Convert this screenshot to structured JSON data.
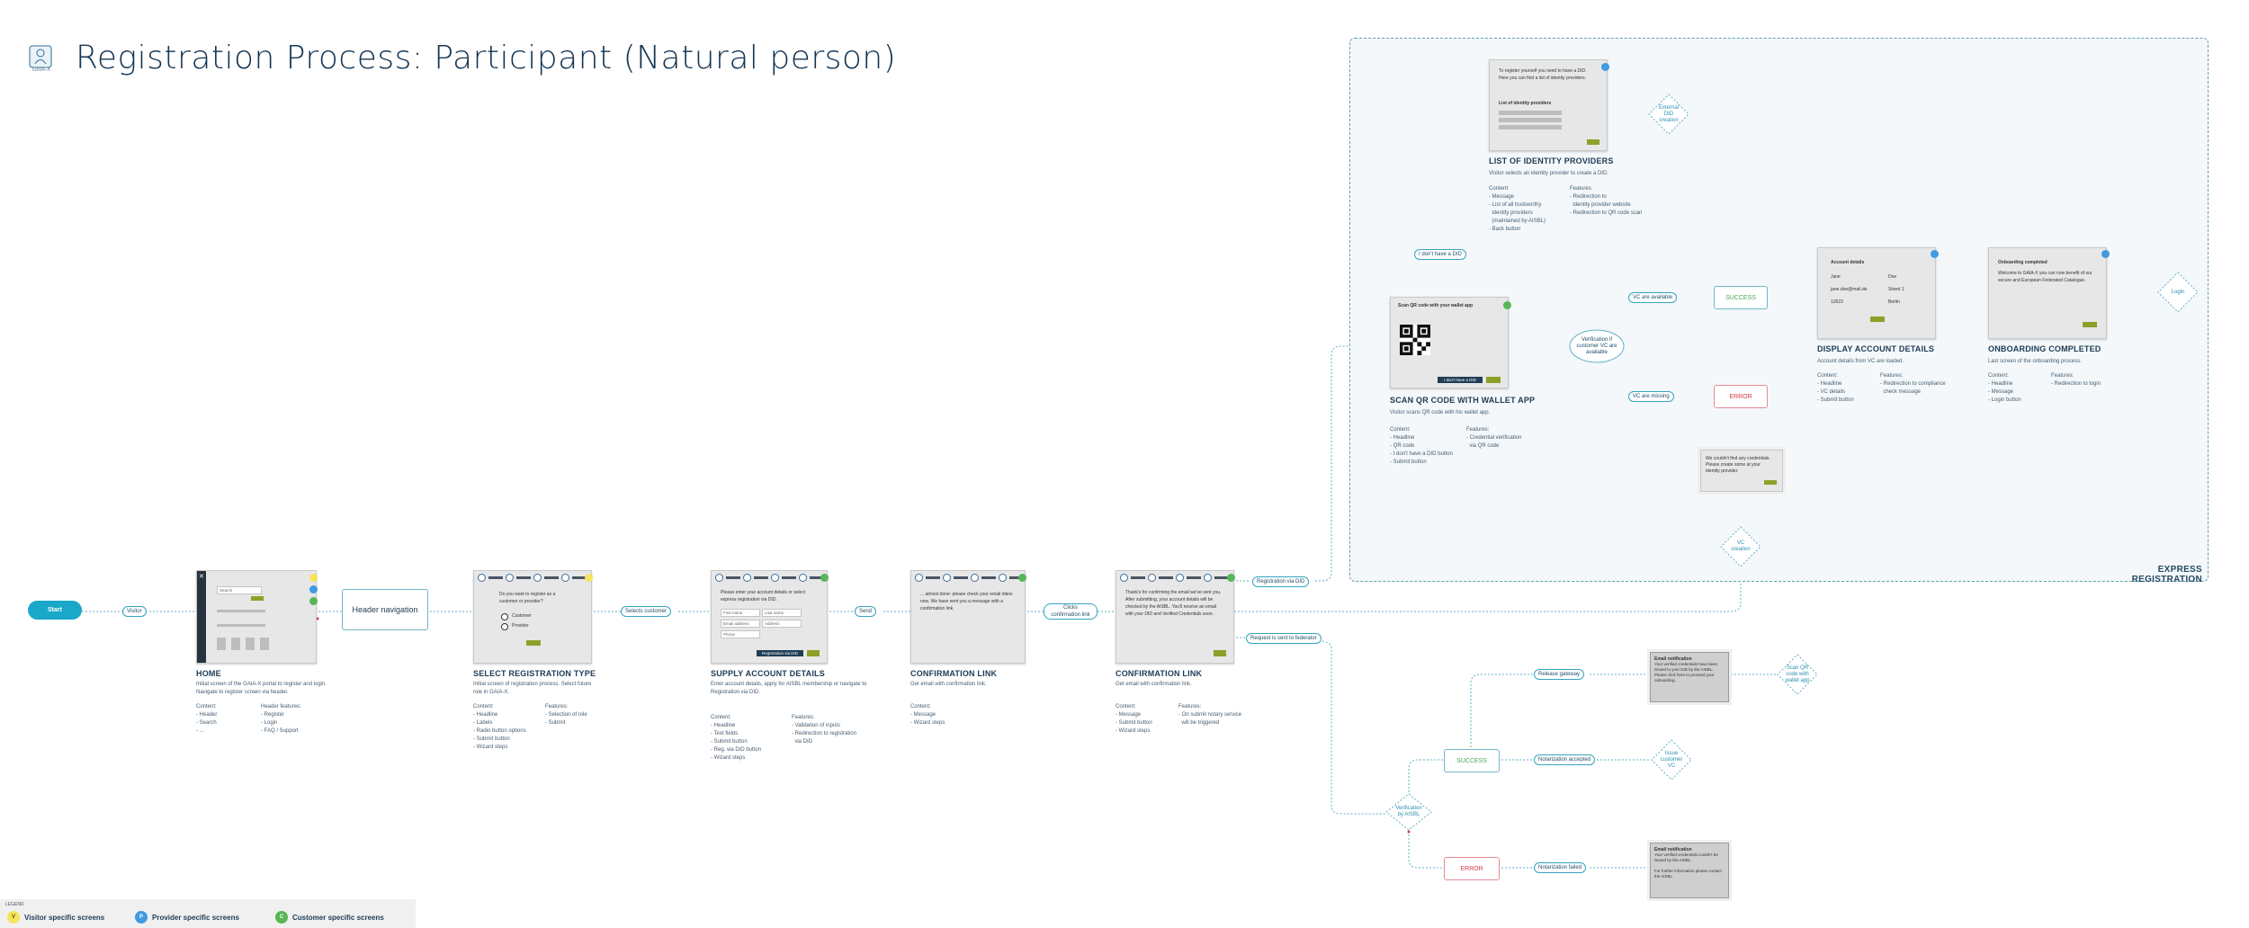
{
  "header": {
    "title": "Registration Process: Participant (Natural person)",
    "logo_text": "GAIA-X"
  },
  "express_registration_label": "EXPRESS REGISTRATION",
  "start": "Start",
  "pills": {
    "visitor": "Visitor",
    "selects_customer": "Selects customer",
    "send": "Send",
    "clicks_confirmation": "Clicks confirmation link",
    "registration_via_did": "Registration via DID",
    "request_sent": "Request is sent to federator",
    "no_did": "I don't have a DID",
    "vc_available": "VC are available",
    "vc_missing": "VC are missing",
    "release_gateway": "Release gateway",
    "notarization_accepted": "Notarization accepted",
    "notarization_failed": "Notarization failed"
  },
  "header_navigation": "Header navigation",
  "screens": {
    "home": {
      "title": "HOME",
      "desc": "Initial screen of the GAIA-X portal to register and login. Navigate to register screen via header.",
      "content": "Content:\n- Header\n- Search\n- ...",
      "features": "Header features:\n- Register\n- Login\n- FAQ / Support",
      "search_placeholder": "Search"
    },
    "select": {
      "title": "SELECT REGISTRATION TYPE",
      "desc": "Initial screen of registration process. Select future role in GAIA-X.",
      "content": "Content:\n- Headline\n- Labels\n- Radio button options\n- Submit button\n- Wizard steps",
      "features": "Features:\n- Selection of role\n- Submit",
      "question": "Do you want to register as a customer or provider?",
      "opt_customer": "Customer",
      "opt_provider": "Provider"
    },
    "supply": {
      "title": "SUPPLY ACCOUNT DETAILS",
      "desc": "Enter account details, apply for AISBL membership or navigate to Registration via DID.",
      "content": "Content:\n- Headline\n- Text fields\n- Submit button\n- Reg. via DID button\n- Wizard steps",
      "features": "Features:\n- Validation of inputs\n- Redirection to registration\n  via DID",
      "prompt": "Please enter your account details or select express registration via DID.",
      "f_first": "First name",
      "f_last": "Last name",
      "f_email": "Email address",
      "f_address": "Address",
      "f_phone": "Phone",
      "did_button": "Registration via DID"
    },
    "confirm1": {
      "title": "CONFIRMATION LINK",
      "desc": "Get email with confirmation link.",
      "content": "Content:\n- Message\n- Wizard steps",
      "message": "... almost done: please check your email inbox now. We have sent you a message with a confirmation link."
    },
    "confirm2": {
      "title": "CONFIRMATION LINK",
      "desc": "Get email with confirmation link.",
      "content": "Content:\n- Message\n- Submit button\n- Wizard steps",
      "features": "Features:\n- On submit notary service\n  will be triggered",
      "message": "Thank's for confirming the email we've sent you. After submitting, your account details will be checked by the AISBL. You'll receive an email with your DID and Verified Credentials soon."
    },
    "scan": {
      "title": "SCAN QR CODE WITH WALLET APP",
      "desc": "Visitor scans QR code with his wallet app.",
      "content": "Content:\n- Headline\n- QR code\n- I don't have a DID button\n- Submit button",
      "features": "Features:\n- Credential verification\n  via QR code",
      "headline": "Scan QR code with your wallet app",
      "no_did_button": "I don't have a DID"
    },
    "providers": {
      "title": "LIST OF IDENTITY PROVIDERS",
      "desc": "Visitor selects an identity provider to create a DID.",
      "content": "Content:\n- Message\n- List of all trustworthy\n  identity providers\n  (maintained by AISBL)\n- Back button",
      "features": "Features:\n- Redirection to\n  identity provider website\n- Redirection to QR code scan",
      "message": "To register yourself you need to have a DID. Here you can find a list of identity providers.",
      "list_label": "List of identity providers"
    },
    "account": {
      "title": "DISPLAY ACCOUNT DETAILS",
      "desc": "Account details from VC are loaded.",
      "content": "Content:\n- Headline\n- VC details\n- Submit button",
      "features": "Features:\n- Redirection to compliance\n  check message",
      "headline": "Account details",
      "c1": "Jane",
      "c2": "Doe",
      "c3": "jane.doe@mail.de",
      "c4": "Street 1",
      "c5": "12623",
      "c6": "Berlin"
    },
    "onboarding": {
      "title": "ONBOARDING COMPLETED",
      "desc": "Last screen of the onboarding process.",
      "content": "Content:\n- Headline\n- Message\n- Login button",
      "features": "Features:\n- Redirection to login",
      "headline": "Onboarding completed",
      "message": "Welcome to GAIA-X you can now benefit of our secure and European Federated Catalogue."
    },
    "error_msg": {
      "message": "We couldn't find any credentials. Please create some at your identity provider."
    }
  },
  "decisions": {
    "external_did": "External DID creation",
    "verification_vc": "Verification if customer VC are available",
    "vc_creation": "VC creation",
    "login": "Login",
    "verification_aisbl": "Verification by AISBL",
    "issue_vc": "Issue customer VC",
    "scan_qr": "Scan QR code with wallet app"
  },
  "outcomes": {
    "success": "SUCCESS",
    "error": "ERROR"
  },
  "emails": {
    "success": {
      "title": "Email notification",
      "body": "Your verified credentials have been issued to your DID by the AISBL. Please click here to proceed your onboarding."
    },
    "failed": {
      "title": "Email notification",
      "body": "Your verified credentials couldn't be issued by the AISBL.",
      "body2": "For further information please contact the AISBL."
    }
  },
  "legend": {
    "label": "LEGEND",
    "visitor": {
      "letter": "V",
      "text": "Visitor specific screens"
    },
    "provider": {
      "letter": "P",
      "text": "Provider specific screens"
    },
    "customer": {
      "letter": "C",
      "text": "Customer specific screens"
    }
  },
  "colors": {
    "teal": "#19a8c9",
    "visitor": "#f4e55b",
    "provider": "#3f9be2",
    "customer": "#57b656",
    "button": "#8da128",
    "success": "#4caa58",
    "error": "#d3394b"
  }
}
